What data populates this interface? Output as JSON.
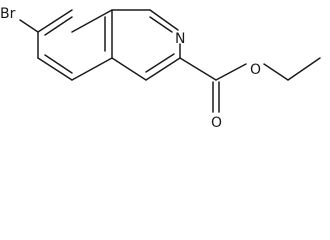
{
  "molecule": {
    "atoms": {
      "bromine": "Br",
      "nitrogen": "N",
      "carbonyl_oxygen": "O",
      "ester_oxygen": "O"
    },
    "colors": {
      "bond": "#1a1a1a",
      "background": "#ffffff"
    }
  }
}
